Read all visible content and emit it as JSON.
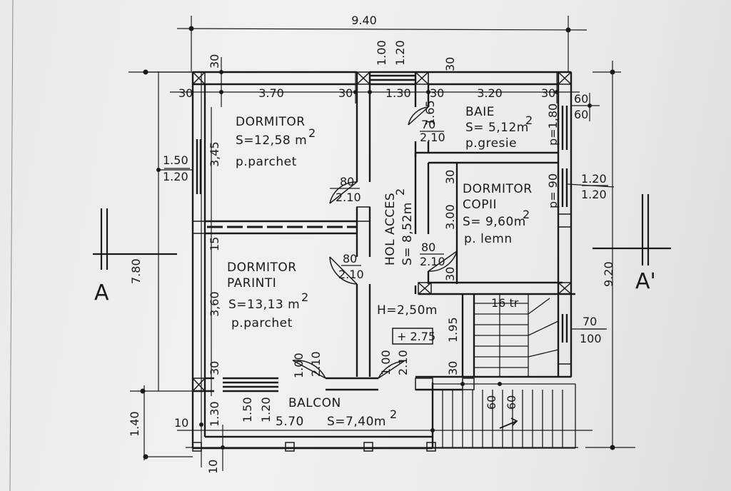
{
  "dimensions": {
    "overall_width": "9.40",
    "overall_height_left": "7.80",
    "overall_height_right": "9.20",
    "balcony_depth": "1.40",
    "bottom_offset": "10",
    "segments_top": [
      "30",
      "3.70",
      "30",
      "1.30",
      "30",
      "3.20",
      "30"
    ],
    "window_top_hol": [
      "1.00",
      "1.20"
    ],
    "top_30": "30",
    "top_30_right": "30",
    "right_60_a": "60",
    "right_60_b": "60",
    "left_3_45": "3,45",
    "left_15": "15",
    "left_3_60": "3,60",
    "left_30": "30",
    "left_1_30": "1.30",
    "left_10": "10",
    "window_left_1": [
      "1.50",
      "1.20"
    ],
    "window_balcon": [
      "1.50",
      "1.20"
    ],
    "window_right_1": [
      "1.20",
      "1.20"
    ],
    "window_right_2": [
      "70",
      "100"
    ],
    "door_dormitor": [
      "80",
      "2.10"
    ],
    "door_parinti": [
      "80",
      "2.10"
    ],
    "door_baie": [
      "70",
      "2.10"
    ],
    "door_copii": [
      "80",
      "2.10"
    ],
    "door_balcon_1": [
      "1.00",
      "2.10"
    ],
    "door_balcon_2": [
      "1.00",
      "2.10"
    ],
    "baie_1_65": "1.65",
    "copii_30": "30",
    "copii_3_00": "3.00",
    "copii_30_b": "30",
    "hol_1_95": "1.95",
    "hol_30": "30",
    "stair_60_a": "60",
    "stair_60_b": "60",
    "balcon_5_70": "5.70",
    "baie_p": "p=1,80",
    "copii_p": "p= 90"
  },
  "rooms": {
    "dormitor": {
      "name": "DORMITOR",
      "area": "S=12,58 m",
      "floor": "p.parchet"
    },
    "parinti": {
      "name1": "DORMITOR",
      "name2": "PARINTI",
      "area": "S=13,13 m",
      "floor": "p.parchet"
    },
    "baie": {
      "name": "BAIE",
      "area": "S= 5,12m",
      "floor": "p.gresie"
    },
    "copii": {
      "name1": "DORMITOR",
      "name2": "COPII",
      "area": "S= 9,60m",
      "floor": "p. lemn"
    },
    "hol": {
      "name": "HOL  ACCES",
      "area": "S= 8,52m"
    },
    "balcon": {
      "name": "BALCON",
      "area": "S=7,40m"
    }
  },
  "area_sup": "2",
  "height_label": "H=2,50m",
  "level_label": "+ 2.75",
  "stairs_label": "16 tr",
  "section": {
    "left": "A",
    "right": "A'"
  }
}
